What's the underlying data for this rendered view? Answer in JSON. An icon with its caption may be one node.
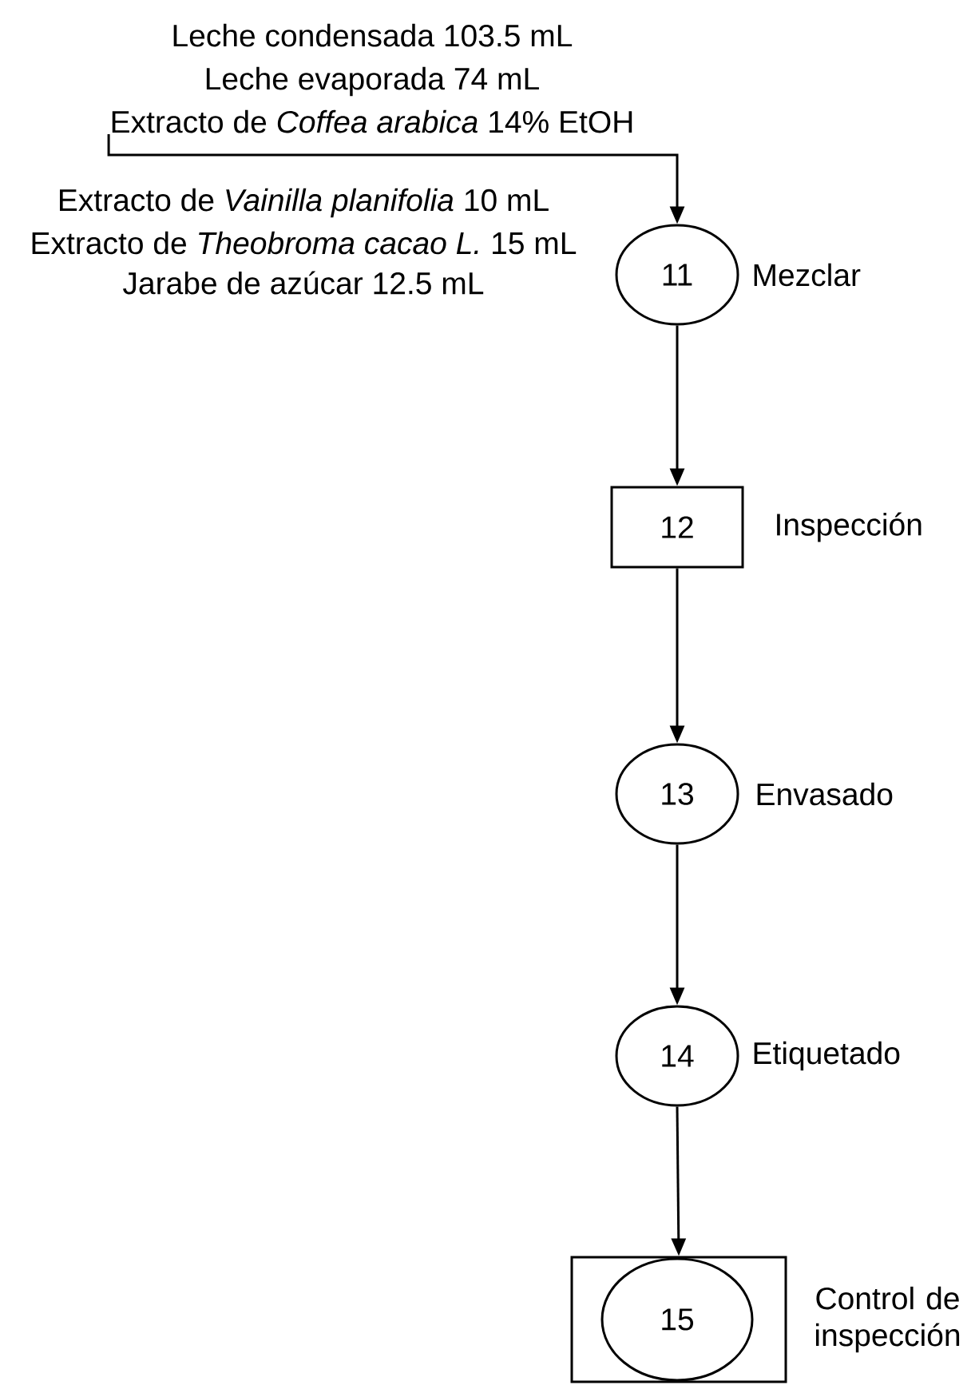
{
  "diagram": {
    "nodes": [
      {
        "text": [
          "Leche condensada 103.5 mL",
          "Leche evaporada 74 mL",
          "Extracto de *Coffea arabica* 14% EtOH"
        ]
      },
      {
        "text": [
          "11"
        ],
        "beside": [
          "Mezclar"
        ]
      },
      {
        "text": [
          "12"
        ],
        "beside": [
          "Inspección"
        ]
      },
      {
        "text": [
          "13"
        ],
        "beside": [
          "Envasado"
        ]
      },
      {
        "text": [
          "14"
        ],
        "beside": [
          "Etiquetado"
        ]
      },
      {
        "text": [],
        "shape": "box",
        "beside": [
          "Control de inspección"
        ]
      },
      {
        "text": [
          "15"
        ],
        "in": 5
      }
    ],
    "edges": [
      {
        "from": 0,
        "to": 1,
        "arrow": "to"
      },
      {
        "from": 1,
        "to": 2,
        "arrow": "to"
      },
      {
        "from": 2,
        "to": 3,
        "arrow": "to"
      },
      {
        "from": 3,
        "to": 4,
        "arrow": "to"
      },
      {
        "from": 4,
        "to": 5,
        "arrow": "to"
      }
    ],
    "labels": [
      "Extracto de *Vainilla planifolia* 10 mL",
      "Extracto de *Theobroma cacao L.* 15 mL",
      "Jarabe de azúcar 12.5 mL"
    ]
  }
}
